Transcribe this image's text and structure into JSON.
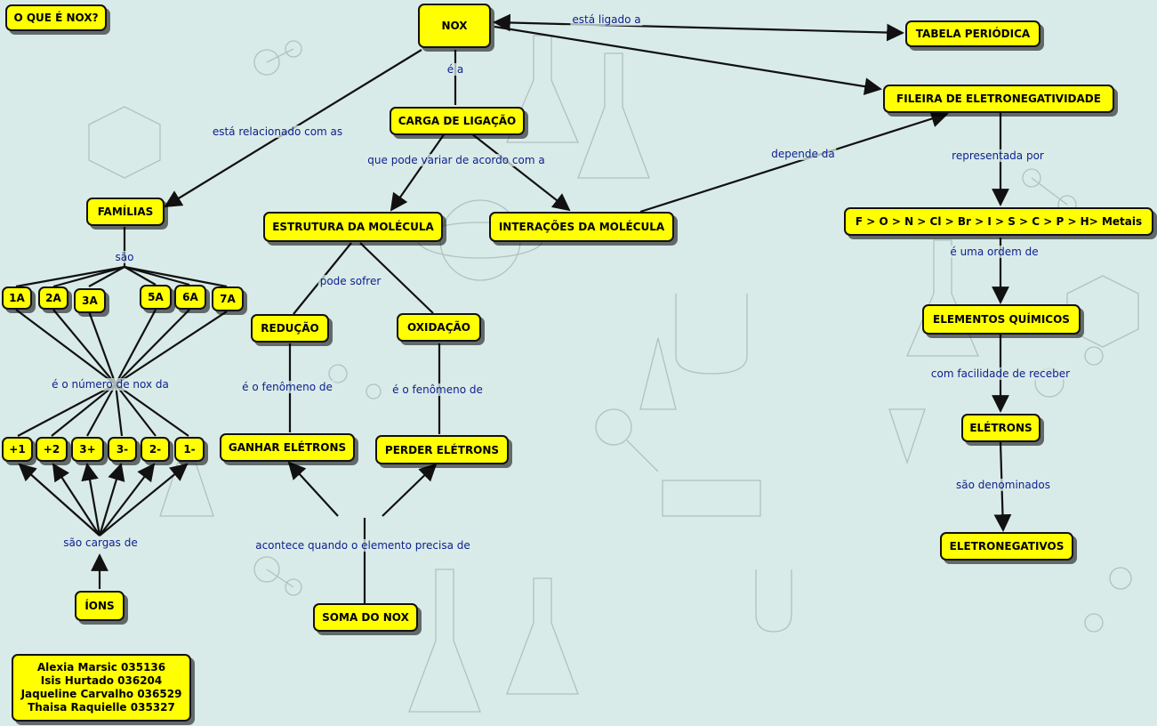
{
  "nodes": {
    "o_que_e_nox": "O QUE É NOX?",
    "nox": "NOX",
    "tabela_periodica": "TABELA PERIÓDICA",
    "fileira": "FILEIRA DE ELETRONEGATIVIDADE",
    "carga_de_ligacao": "CARGA DE LIGAÇÃO",
    "familias": "FAMÍLIAS",
    "estrutura": "ESTRUTURA DA MOLÉCULA",
    "interacoes": "INTERAÇÕES DA MOLÉCULA",
    "serie": "F > O > N > Cl > Br > I > S > C > P > H> Metais",
    "f1a": "1A",
    "f2a": "2A",
    "f3a": "3A",
    "f5a": "5A",
    "f6a": "6A",
    "f7a": "7A",
    "reducao": "REDUÇÃO",
    "oxidacao": "OXIDAÇÃO",
    "elementos_quimicos": "ELEMENTOS QUÍMICOS",
    "eletrons": "ELÉTRONS",
    "ganhar": "GANHAR ELÉTRONS",
    "perder": "PERDER ELÉTRONS",
    "c_p1": "+1",
    "c_p2": "+2",
    "c_p3": "3+",
    "c_m3": "3-",
    "c_m2": "2-",
    "c_m1": "1-",
    "eletronegativos": "ELETRONEGATIVOS",
    "ions": "ÍONS",
    "soma": "SOMA DO NOX"
  },
  "authors": [
    "Alexia Marsic 035136",
    "Isis Hurtado 036204",
    "Jaqueline Carvalho 036529",
    "Thaisa Raquielle 035327"
  ],
  "links": {
    "esta_ligado_a": "está ligado a",
    "e_a": "é a",
    "esta_relacionado_com_as": "está relacionado com as",
    "que_pode_variar": "que pode variar de acordo com a",
    "depende_da": "depende da",
    "representada_por": "representada por",
    "sao": "são",
    "pode_sofrer": "pode sofrer",
    "e_uma_ordem_de": "é uma ordem de",
    "com_facilidade": "com facilidade de receber",
    "e_o_numero_de_nox_da": "é o número de nox da",
    "fenomeno_1": "é o fenômeno de",
    "fenomeno_2": "é o fenômeno de",
    "sao_denominados": "são denominados",
    "sao_cargas_de": "são cargas de",
    "acontece_quando": "acontece quando o elemento precisa de"
  },
  "colors": {
    "node_fill": "#ffff00",
    "link_text": "#0a1f8f",
    "background": "#d9ebe8"
  }
}
